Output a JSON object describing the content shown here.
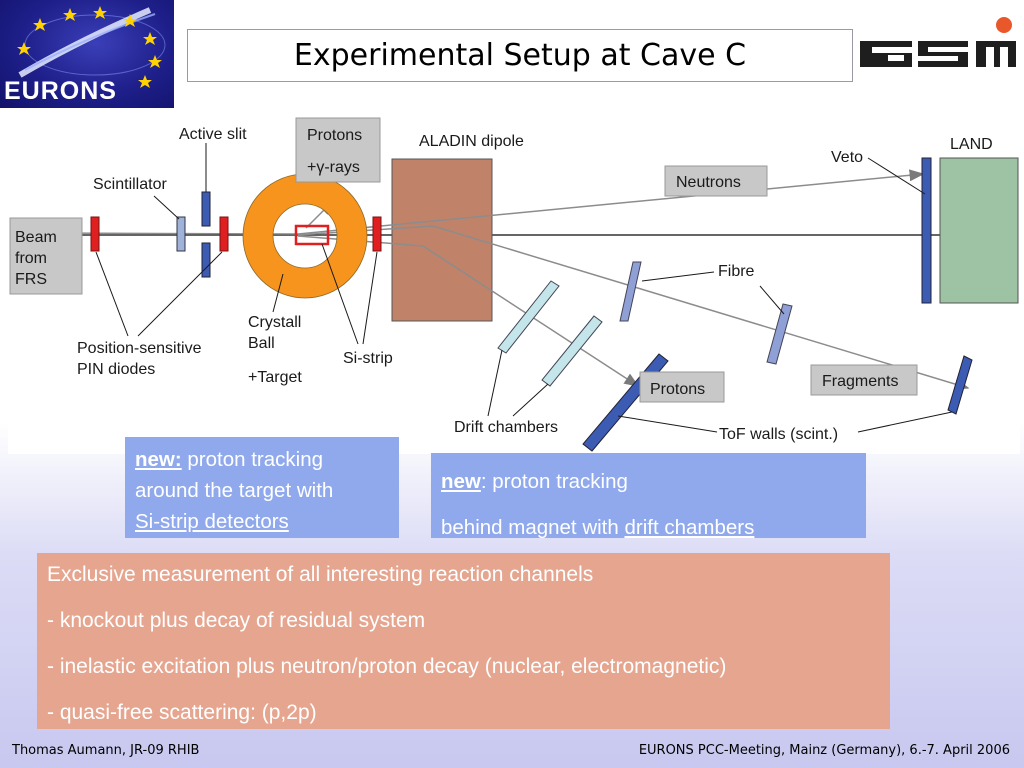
{
  "header": {
    "title": "Experimental Setup at Cave C",
    "left_logo_text": "EURONS",
    "right_logo_text": "GSI"
  },
  "diagram": {
    "labels": {
      "beam_line1": "Beam",
      "beam_line2": "from",
      "beam_line3": "FRS",
      "active_slit": "Active slit",
      "scintillator": "Scintillator",
      "protons_box_line1": "Protons",
      "protons_box_line2": "+γ-rays",
      "aladin": "ALADIN dipole",
      "land": "LAND",
      "veto": "Veto",
      "neutrons": "Neutrons",
      "fibre": "Fibre",
      "fragments": "Fragments",
      "protons_right": "Protons",
      "crystall_line1": "Crystall",
      "crystall_line2": "Ball",
      "crystall_line3": "+Target",
      "sistrip": "Si-strip",
      "pin_line1": "Position-sensitive",
      "pin_line2": "PIN diodes",
      "drift": "Drift chambers",
      "tof": "ToF walls (scint.)"
    }
  },
  "notes": {
    "left": {
      "kw": "new:",
      "line1_rest": " proton tracking",
      "line2": "around the target with",
      "line3": "Si-strip detectors"
    },
    "right": {
      "kw": "new",
      "line1_rest": ": proton tracking",
      "line2_plain": "behind magnet with ",
      "line2_ul": "drift chambers"
    }
  },
  "summary": {
    "lines": [
      "Exclusive measurement of all interesting reaction channels",
      "- knockout plus decay of residual system",
      "- inelastic excitation plus neutron/proton decay (nuclear, electromagnetic)",
      "- quasi-free scattering: (p,2p)"
    ]
  },
  "footer": {
    "left": "Thomas Aumann, JR-09 RHIB",
    "right": "EURONS PCC-Meeting, Mainz (Germany), 6.-7. April 2006"
  },
  "colors": {
    "crystal_ball": "#f7941d",
    "aladin": "#c0836a",
    "land": "#9dc3a4",
    "detector_blue": "#4a64b4",
    "drift_chamber": "#c4e6ea",
    "red_detector": "#e02020",
    "label_box": "#c8c8c8",
    "note_bg": "#8fa9ec",
    "summary_bg": "#e6a58f"
  }
}
